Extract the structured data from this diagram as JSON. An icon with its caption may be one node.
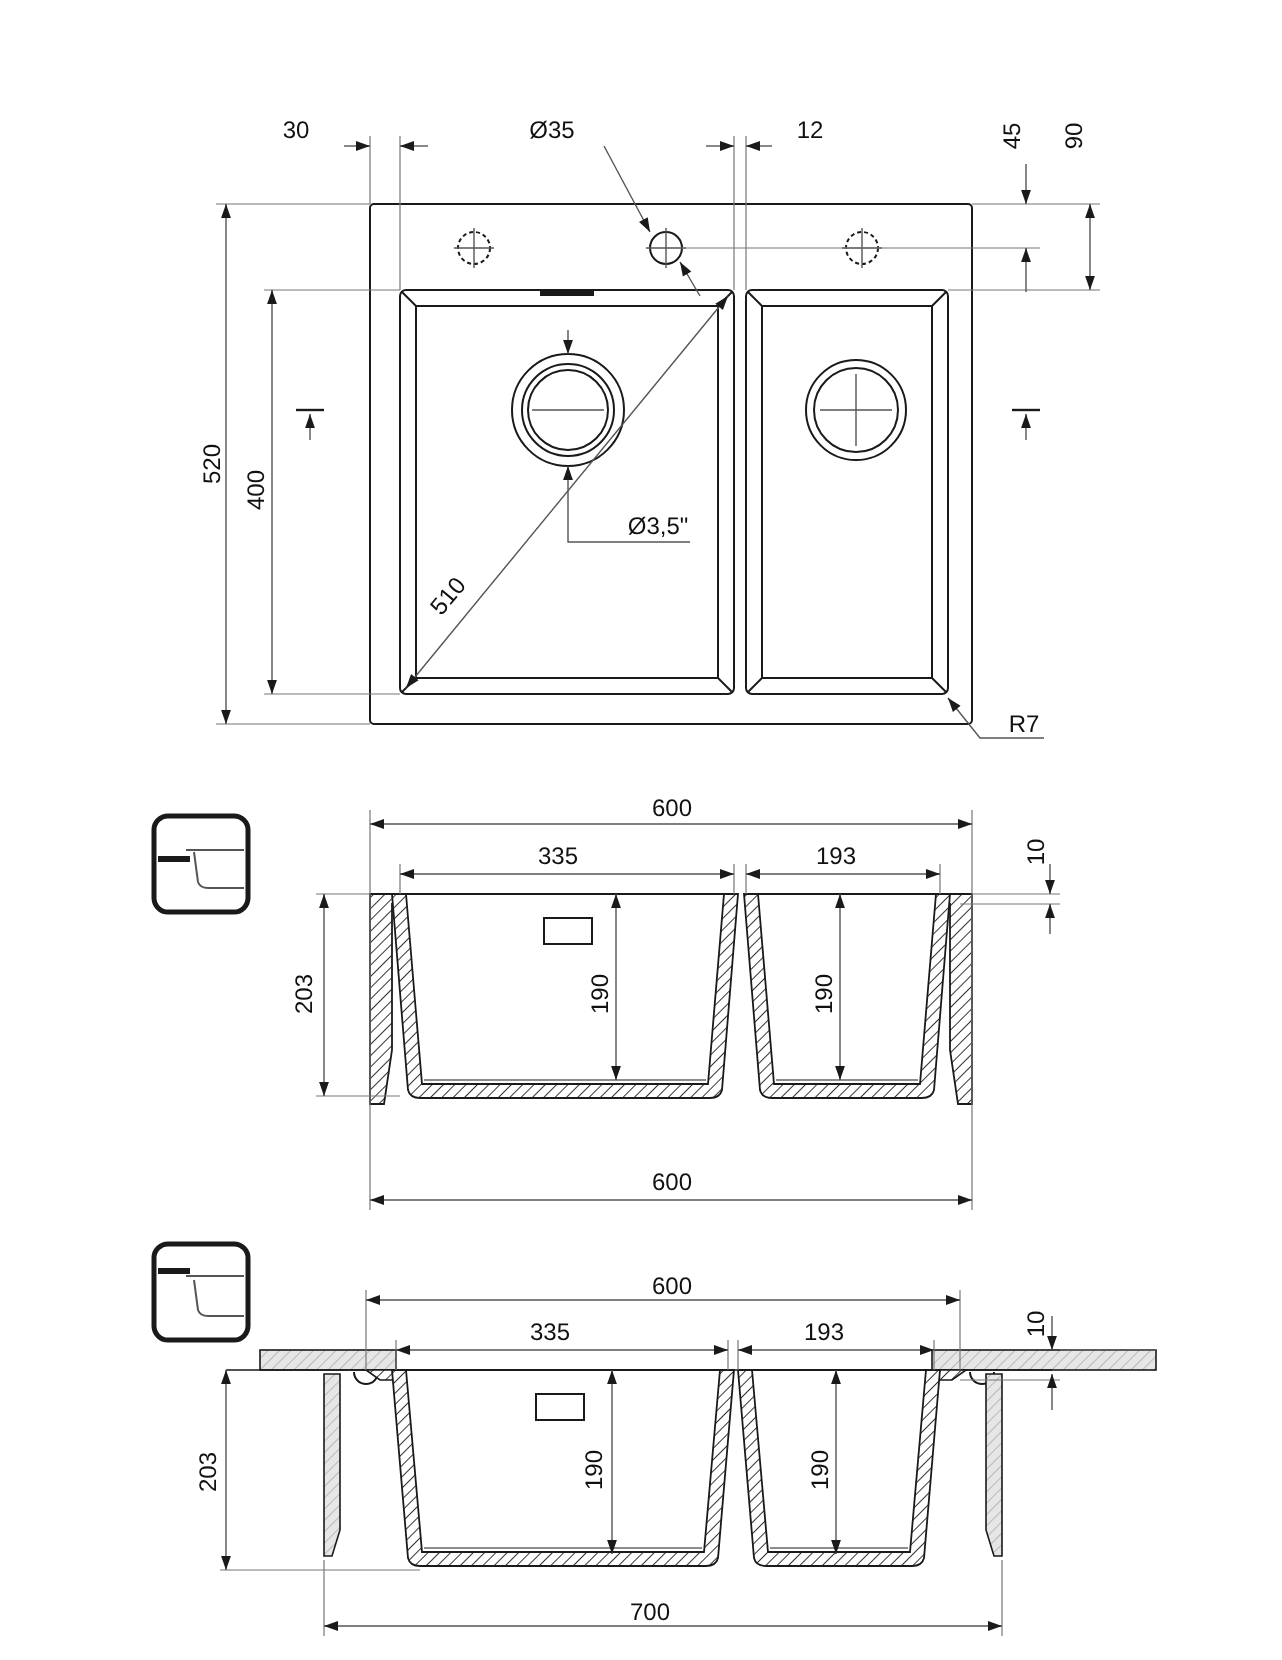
{
  "diagram": {
    "labels": [
      "30",
      "Ø35",
      "12",
      "45",
      "90",
      "520",
      "400",
      "Ø3,5\"",
      "510",
      "R7",
      "600",
      "335",
      "193",
      "10",
      "203",
      "190",
      "190",
      "600",
      "600",
      "335",
      "193",
      "10",
      "203",
      "190",
      "190",
      "700"
    ]
  }
}
